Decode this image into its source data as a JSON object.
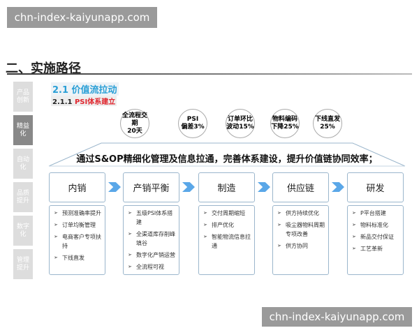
{
  "watermark": "chn-index-kaiyunapp.com",
  "title": "二、实施路径",
  "sidebar": [
    {
      "label": "产品创新"
    },
    {
      "label": "精益化",
      "active": true
    },
    {
      "label": "自动化"
    },
    {
      "label": "品质提升"
    },
    {
      "label": "数字化"
    },
    {
      "label": "管理提升"
    }
  ],
  "section": {
    "title": "2.1 价值流拉动",
    "sub_num": "2.1.1",
    "sub_title": "PSI体系建立"
  },
  "kpis": [
    {
      "l1": "全流程交期",
      "l2": "20天"
    },
    {
      "l1": "PSI",
      "l2": "偏差3%"
    },
    {
      "l1": "订单环比",
      "l2": "波动15%"
    },
    {
      "l1": "物料编码",
      "l2": "下降25%"
    },
    {
      "l1": "下线直发",
      "l2": "25%"
    }
  ],
  "goal": "通过S&OP精细化管理及信息拉通，完善体系建设，提升价值链协同效率；",
  "stages": [
    {
      "name": "内销",
      "items": [
        "预测准确率提升",
        "订单均衡管理",
        "电商客户专项扶持",
        "下线直发"
      ]
    },
    {
      "name": "产销平衡",
      "items": [
        "五级PSI体系搭建",
        "全渠道库存削峰填谷",
        "数字化产销运营",
        "全流程可视"
      ]
    },
    {
      "name": "制造",
      "items": [
        "交付周期缩短",
        "排产优化",
        "智能物流信息拉通"
      ]
    },
    {
      "name": "供应链",
      "items": [
        "供方持续优化",
        "吸尘器物料周期专项改善",
        "供方协同"
      ]
    },
    {
      "name": "研发",
      "items": [
        "P平台搭建",
        "物料标准化",
        "新品交付保证",
        "工艺革新"
      ]
    }
  ],
  "colors": {
    "accent": "#2a9fd6",
    "highlight": "#e0262e",
    "arrow": "#5aa7e8"
  }
}
